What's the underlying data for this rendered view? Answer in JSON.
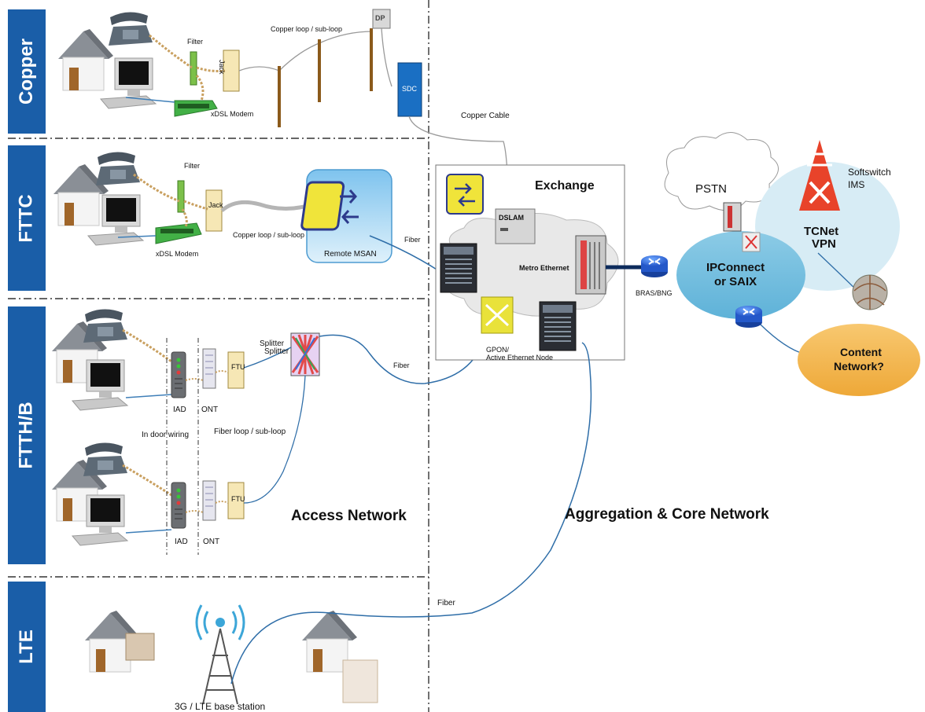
{
  "sections": {
    "copper": "Copper",
    "fttc": "FTTC",
    "ftth": "FTTH/B",
    "lte": "LTE"
  },
  "copper": {
    "filter": "Filter",
    "jack": "Jack",
    "modem": "xDSL Modem",
    "loop": "Copper loop / sub-loop",
    "dp": "DP",
    "sdc": "SDC",
    "cable": "Copper Cable"
  },
  "fttc": {
    "filter": "Filter",
    "jack": "Jack",
    "modem": "xDSL Modem",
    "loop": "Copper loop / sub-loop",
    "msan": "Remote MSAN",
    "fiber": "Fiber"
  },
  "ftth": {
    "splitter1": "Splitter",
    "splitter2": "Splitter",
    "fiber": "Fiber",
    "iad1": "IAD",
    "ont1": "ONT",
    "ftu1": "FTU",
    "indoor": "In door wiring",
    "loop": "Fiber loop / sub-loop",
    "iad2": "IAD",
    "ont2": "ONT",
    "ftu2": "FTU"
  },
  "exchange": {
    "title": "Exchange",
    "dslam": "DSLAM",
    "metro": "Metro Ethernet",
    "gpon1": "GPON/",
    "gpon2": "Active Ethernet Node"
  },
  "core": {
    "bras": "BRAS/BNG",
    "pstn": "PSTN",
    "softswitch1": "Softswitch",
    "softswitch2": "IMS",
    "tcnet1": "TCNet",
    "tcnet2": "VPN",
    "ipc1": "IPConnect",
    "ipc2": "or SAIX",
    "content1": "Content",
    "content2": "Network?"
  },
  "lte": {
    "fiber": "Fiber",
    "base": "3G / LTE base station"
  },
  "regions": {
    "access": "Access Network",
    "core": "Aggregation & Core Network"
  },
  "colors": {
    "band": "#1a5ea8",
    "cloud_blue": "#9fd0e6",
    "content_orange": "#f5b84a",
    "fiber_blue": "#2f6ea8"
  }
}
